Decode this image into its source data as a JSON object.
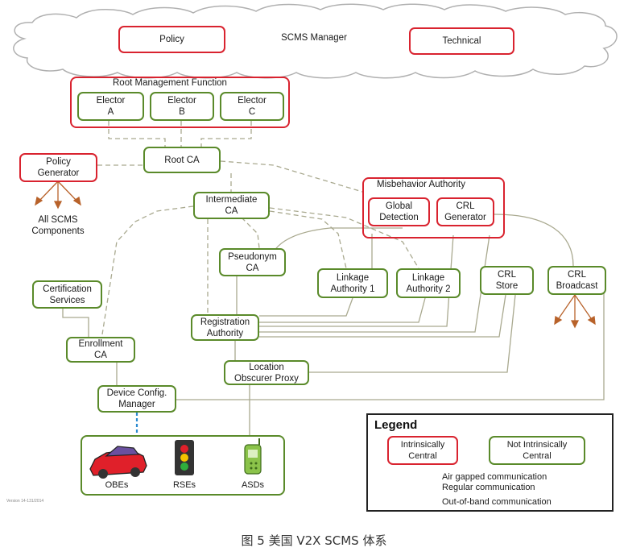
{
  "manager": {
    "label": "SCMS Manager",
    "policy": "Policy",
    "technical": "Technical"
  },
  "root_mgmt": {
    "label": "Root Management Function",
    "elector_a": "Elector\nA",
    "elector_b": "Elector\nB",
    "elector_c": "Elector\nC"
  },
  "nodes": {
    "root_ca": "Root CA",
    "policy_generator": "Policy\nGenerator",
    "all_components": "All SCMS\nComponents",
    "intermediate_ca": "Intermediate\nCA",
    "pseudonym_ca": "Pseudonym\nCA",
    "linkage_1": "Linkage\nAuthority 1",
    "linkage_2": "Linkage\nAuthority 2",
    "crl_store": "CRL\nStore",
    "crl_broadcast": "CRL\nBroadcast",
    "cert_services": "Certification\nServices",
    "enrollment_ca": "Enrollment\nCA",
    "registration_authority": "Registration\nAuthority",
    "lop": "Location\nObscurer Proxy",
    "device_config": "Device Config.\nManager"
  },
  "misbehavior": {
    "label": "Misbehavior Authority",
    "global_detection": "Global\nDetection",
    "crl_generator": "CRL\nGenerator"
  },
  "devices": {
    "obes": "OBEs",
    "rses": "RSEs",
    "asds": "ASDs"
  },
  "legend": {
    "title": "Legend",
    "intrinsic": "Intrinsically\nCentral",
    "not_intrinsic": "Not Intrinsically\nCentral",
    "air_gapped": "Air gapped communication",
    "regular": "Regular communication",
    "out_of_band": "Out-of-band communication"
  },
  "version_note": "Version 14-131/2014",
  "caption": "图 5 美国 V2X SCMS 体系",
  "colors": {
    "intrinsic_border": "#d9232f",
    "non_intrinsic_border": "#5a8a2a",
    "arrow": "#b8622a",
    "regular_line": "#a9a98f",
    "out_of_band": "#2a8ad0"
  }
}
